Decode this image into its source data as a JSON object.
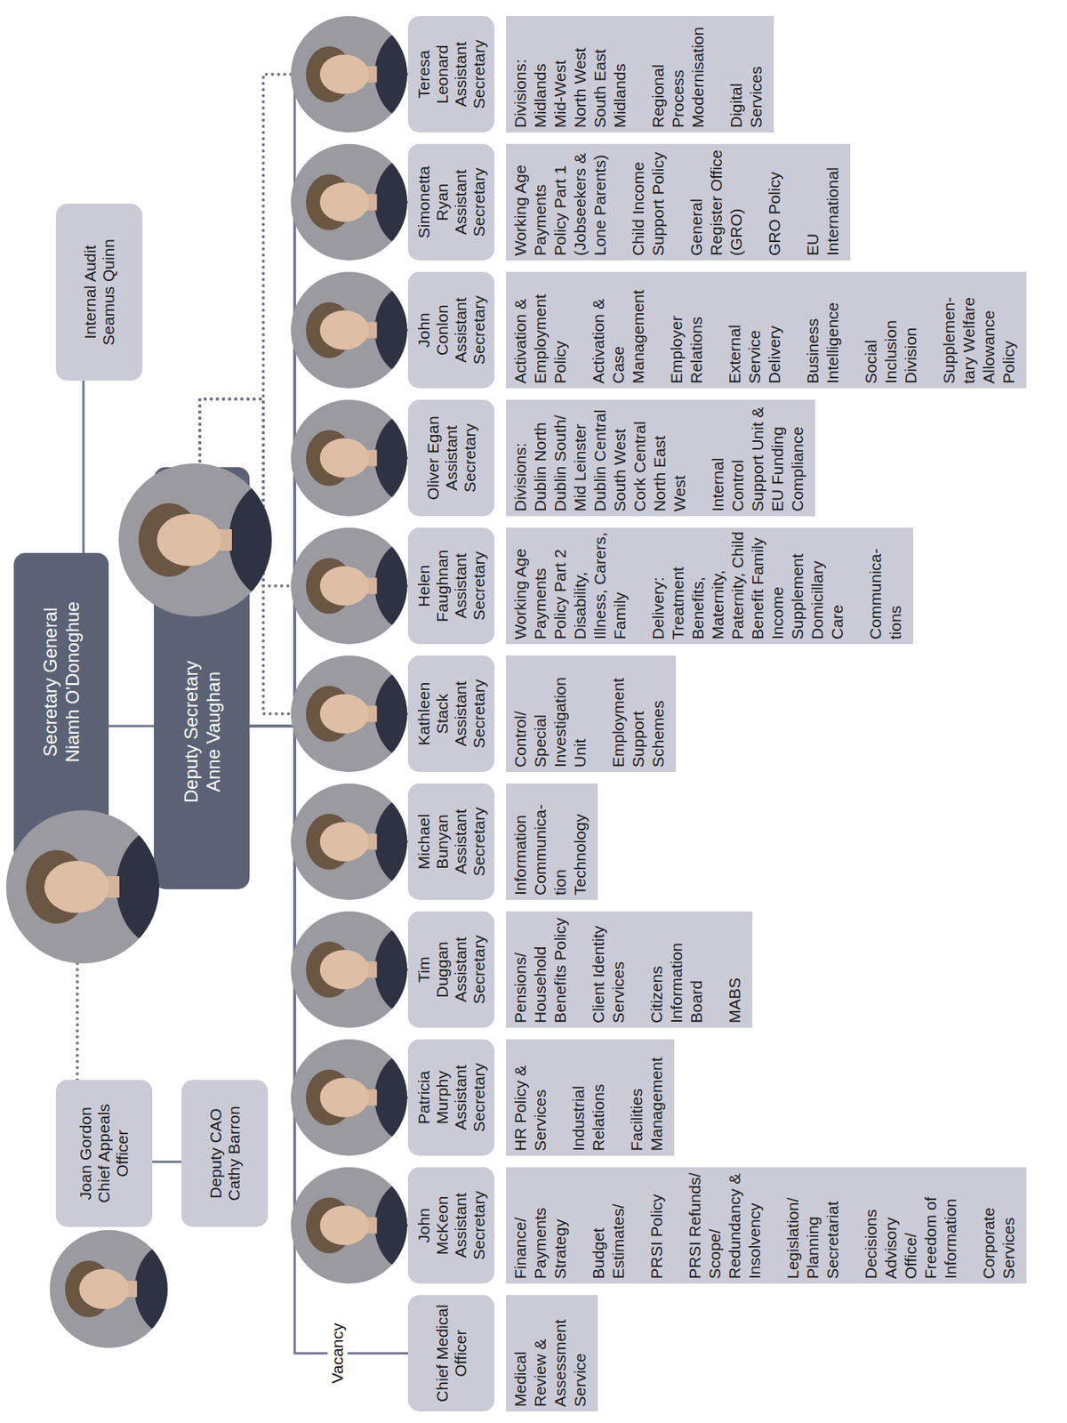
{
  "diagram": {
    "nodes": [
      {
        "text": [
          "Joan Gordon",
          "Chief Appeals Officer"
        ]
      },
      {
        "text": [
          "Deputy CAO",
          "Cathy Barron"
        ]
      },
      {
        "text": [
          "Secretary General",
          "Niamh O'Donoghue"
        ]
      },
      {
        "text": [
          "Internal Audit",
          "Seamus Quinn"
        ]
      },
      {
        "text": [
          "Deputy Secretary",
          "Anne Vaughan"
        ]
      },
      {
        "text": [
          "Chief Medical Officer"
        ]
      },
      {
        "text": [
          "Medical Review & Assessment Service"
        ]
      },
      {
        "text": [
          "John McKeon",
          "Assistant Secretary"
        ]
      },
      {
        "text": [
          "Finance/ Payments Strategy",
          "Budget Estimates/",
          "PRSI Policy",
          "PRSI Refunds/ Scope/ Redundancy & Insolvency",
          "Legislation/ Planning Secretariat",
          "Decisions Advisory Office/ Freedom of Information",
          "Corporate Services"
        ]
      },
      {
        "text": [
          "Patricia Murphy",
          "Assistant Secretary"
        ]
      },
      {
        "text": [
          "HR Policy & Services",
          "Industrial Relations",
          "Facilities Management"
        ]
      },
      {
        "text": [
          "Tim Duggan",
          "Assistant Secretary"
        ]
      },
      {
        "text": [
          "Pensions/ Household Benefits Policy",
          "Client Identity Services",
          "Citizens Information Board",
          "MABS"
        ]
      },
      {
        "text": [
          "Michael Bunyan",
          "Assistant Secretary"
        ]
      },
      {
        "text": [
          "Information Communica- tion Technology"
        ]
      },
      {
        "text": [
          "Kathleen Stack",
          "Assistant Secretary"
        ]
      },
      {
        "text": [
          "Control/ Special Investigation Unit",
          "Employment Support Schemes"
        ]
      },
      {
        "text": [
          "Helen Faughnan",
          "Assistant Secretary"
        ]
      },
      {
        "text": [
          "Working Age Payments Policy Part 2 Disability, Illness, Carers, Family",
          "Delivery: Treatment Benefits, Maternity, Paternity, Child Benefit Family Income Supplement Domicillary Care",
          "Communica- tions"
        ]
      },
      {
        "text": [
          "Oliver Egan",
          "Assistant Secretary"
        ]
      },
      {
        "text": [
          "Divisions:",
          "Dublin North",
          "Dublin South/ Mid Leinster",
          "Dublin Central",
          "South West",
          "Cork Central",
          "North East",
          "West",
          "Internal Control Support Unit & EU Funding Compliance"
        ]
      },
      {
        "text": [
          "John Conlon",
          "Assistant Secretary"
        ]
      },
      {
        "text": [
          "Activation & Employment Policy",
          "Activation & Case Management",
          "Employer Relations",
          "External Service Delivery",
          "Business Intelligence",
          "Social Inclusion Division",
          "Supplemen- tary Welfare Allowance Policy"
        ]
      },
      {
        "text": [
          "Simonetta Ryan",
          "Assistant Secretary"
        ]
      },
      {
        "text": [
          "Working Age Payments Policy Part 1 (Jobseekers & Lone Parents)",
          "Child Income Support Policy",
          "General Register Office (GRO)",
          "GRO Policy",
          "EU International"
        ]
      },
      {
        "text": [
          "Teresa Leonard",
          "Assistant Secretary"
        ]
      },
      {
        "text": [
          "Divisions:",
          "Midlands",
          "Mid-West",
          "North West",
          "South East",
          "Midlands",
          "Regional Process Modernisation",
          "Digital Services"
        ]
      }
    ],
    "edges": [
      {
        "from": 0,
        "to": 2,
        "arrow": "none"
      },
      {
        "from": 0,
        "to": 1,
        "arrow": "none"
      },
      {
        "from": 2,
        "to": 3,
        "arrow": "none"
      },
      {
        "from": 2,
        "to": 4,
        "arrow": "none"
      },
      {
        "from": 4,
        "to": 5,
        "arrow": "none"
      },
      {
        "from": 4,
        "to": 7,
        "arrow": "none"
      },
      {
        "from": 4,
        "to": 9,
        "arrow": "none"
      },
      {
        "from": 4,
        "to": 11,
        "arrow": "none"
      },
      {
        "from": 4,
        "to": 13,
        "arrow": "none"
      },
      {
        "from": 4,
        "to": 15,
        "arrow": "none"
      },
      {
        "from": 4,
        "to": 17,
        "arrow": "none"
      },
      {
        "from": 4,
        "to": 19,
        "arrow": "none"
      },
      {
        "from": 4,
        "to": 21,
        "arrow": "none"
      },
      {
        "from": 4,
        "to": 23,
        "arrow": "none"
      },
      {
        "from": 4,
        "to": 25,
        "arrow": "none"
      },
      {
        "from": 4,
        "to": 15,
        "arrow": "none"
      },
      {
        "from": 4,
        "to": 17,
        "arrow": "none"
      },
      {
        "from": 4,
        "to": 25,
        "arrow": "none"
      }
    ],
    "labels": [
      "Vacancy"
    ]
  }
}
